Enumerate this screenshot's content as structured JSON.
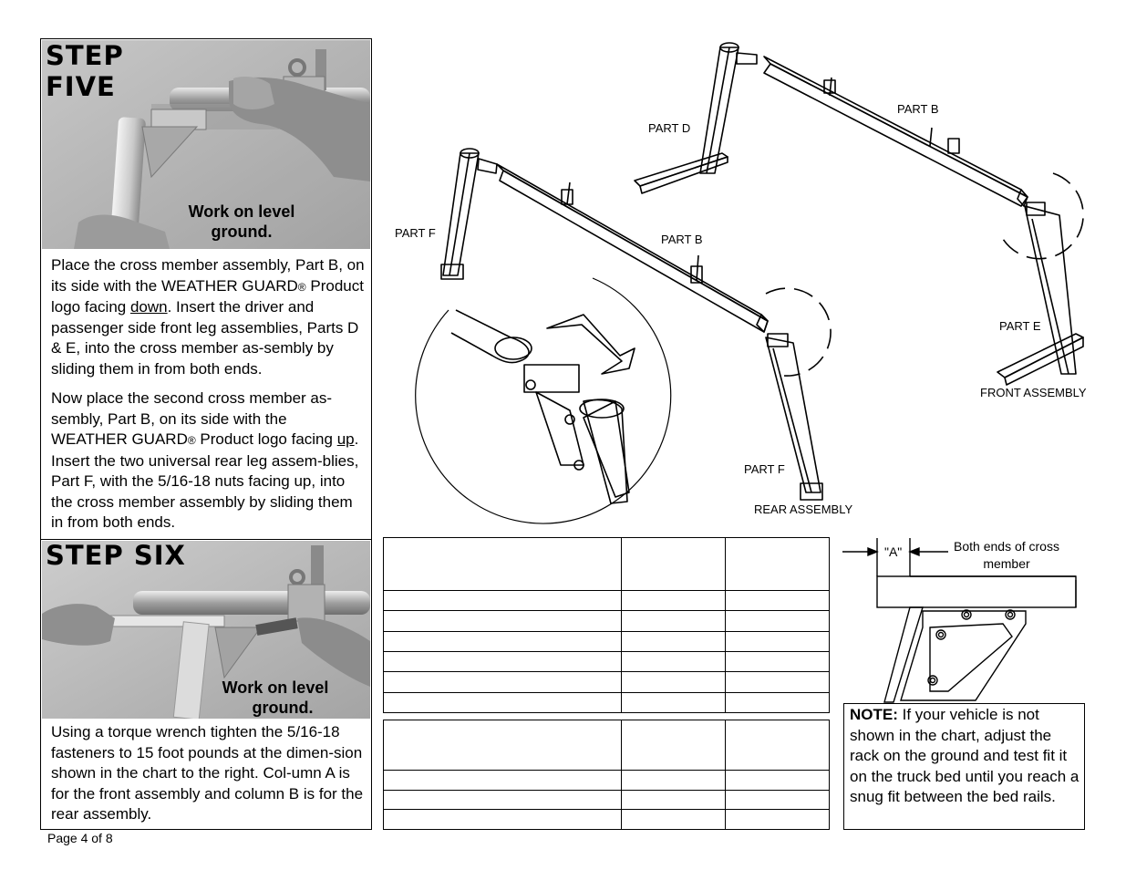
{
  "step5": {
    "title_line1": "STEP",
    "title_line2": "FIVE",
    "photo_caption_line1": "Work on level",
    "photo_caption_line2": "ground.",
    "para1_a": "Place the cross member assembly, Part B, on its side with the WEATHER GUARD",
    "para1_reg": "®",
    "para1_b": " Product logo facing ",
    "para1_under": "down",
    "para1_c": ".  Insert the driver and passenger side front leg assemblies, Parts D & E, into the cross member as-sembly by sliding them in from both ends.",
    "para2_a": "Now place the second cross member as-sembly, Part B, on its side with the WEATHER GUARD",
    "para2_reg": "®",
    "para2_b": " Product logo facing ",
    "para2_under": "up",
    "para2_c": ".  Insert the two universal rear leg assem-blies, Part F, with the 5/16-18 nuts facing up, into the cross member assembly by sliding them in from both ends."
  },
  "step6": {
    "title": "STEP  SIX",
    "photo_caption_line1": "Work on level",
    "photo_caption_line2": "ground.",
    "para": "Using  a torque wrench tighten the 5/16-18 fasteners to 15 foot pounds at the dimen-sion shown in the chart to the right.  Col-umn A is for the front assembly and column B is for the rear assembly."
  },
  "diagram": {
    "part_d": "PART D",
    "part_b_top": "PART B",
    "part_f_left": "PART F",
    "part_b_mid": "PART B",
    "part_e": "PART E",
    "front_assembly": "FRONT ASSEMBLY",
    "part_f_bottom": "PART F",
    "rear_assembly": "REAR ASSEMBLY"
  },
  "detail": {
    "dimension_label": "\"A\"",
    "ends_note_line1": "Both ends of cross",
    "ends_note_line2": "member"
  },
  "note": {
    "label": "NOTE:",
    "text": "  If your vehicle is not shown in the chart, adjust the rack on the ground and test fit it on the truck bed until you reach a snug fit between the bed rails."
  },
  "footer": {
    "page": "Page 4 of 8"
  }
}
